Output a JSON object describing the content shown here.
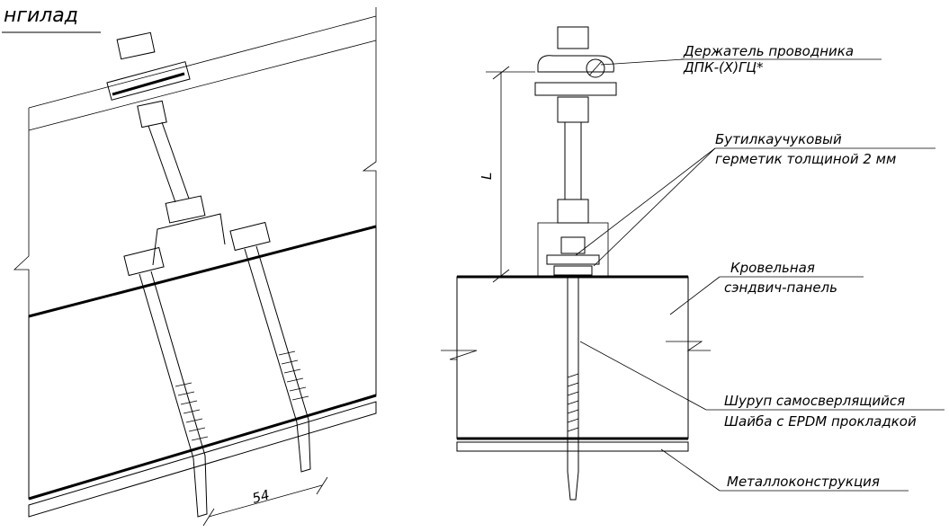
{
  "fragment_title": "нгилад",
  "labels": {
    "conductor_holder_line1": "Держатель проводника",
    "conductor_holder_line2": "ДПК-(Х)ГЦ*",
    "sealant_line1": "Бутилкаучуковый",
    "sealant_line2": "герметик толщиной 2 мм",
    "panel_line1": "Кровельная",
    "panel_line2": "сэндвич-панель",
    "screw": "Шуруп самосверлящийся",
    "washer": "Шайба с EPDM прокладкой",
    "metal": "Металлоконструкция"
  },
  "dimensions": {
    "spacing": "54",
    "height": "L"
  }
}
